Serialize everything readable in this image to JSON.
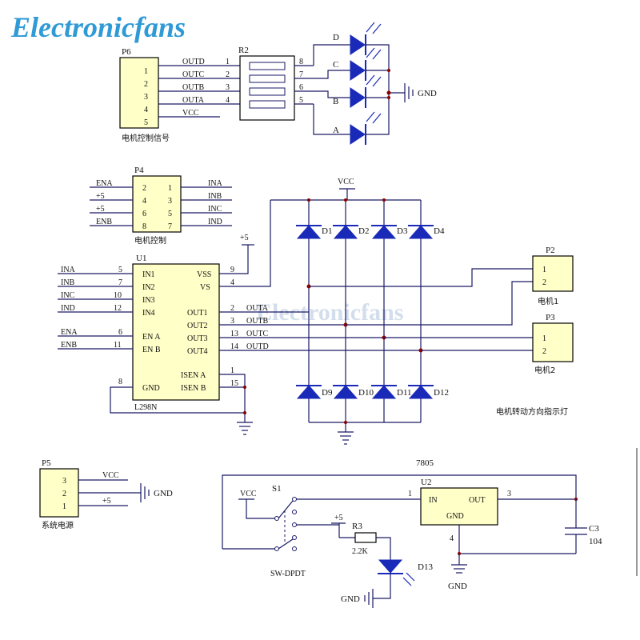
{
  "logo_text": "Electronicfans",
  "watermark_text": "Electronicfans",
  "p6": {
    "ref": "P6",
    "pins": [
      "1",
      "2",
      "3",
      "4",
      "5"
    ],
    "nets": [
      "OUTD",
      "OUTC",
      "OUTB",
      "OUTA",
      "VCC"
    ],
    "caption": "电机控制信号"
  },
  "r2": {
    "ref": "R2",
    "left_pins": [
      "1",
      "2",
      "3",
      "4"
    ],
    "right_pins": [
      "8",
      "7",
      "6",
      "5"
    ]
  },
  "leds_top": {
    "labels": [
      "D",
      "C",
      "B",
      "A"
    ],
    "gnd": "GND"
  },
  "p4": {
    "ref": "P4",
    "left_pins": [
      "2",
      "4",
      "6",
      "8"
    ],
    "right_pins": [
      "1",
      "3",
      "5",
      "7"
    ],
    "left_nets": [
      "ENA",
      "+5",
      "+5",
      "ENB"
    ],
    "right_nets": [
      "INA",
      "INB",
      "INC",
      "IND"
    ],
    "caption": "电机控制"
  },
  "u1": {
    "ref": "U1",
    "part": "L298N",
    "left_pin_labels": [
      "IN1",
      "IN2",
      "IN3",
      "IN4",
      "EN A",
      "EN B",
      "GND"
    ],
    "left_pin_numbers": [
      "5",
      "7",
      "10",
      "12",
      "6",
      "11",
      "8"
    ],
    "left_nets": [
      "INA",
      "INB",
      "INC",
      "IND",
      "ENA",
      "ENB"
    ],
    "right_pin_labels": [
      "VSS",
      "VS",
      "OUT1",
      "OUT2",
      "OUT3",
      "OUT4",
      "ISEN A",
      "ISEN B"
    ],
    "right_pin_numbers": [
      "9",
      "4",
      "2",
      "3",
      "13",
      "14",
      "1",
      "15"
    ],
    "out_nets": [
      "OUTA",
      "OUTB",
      "OUTC",
      "OUTD"
    ],
    "vss_supply": "+5"
  },
  "bridge": {
    "vcc": "VCC",
    "top_diodes": [
      "D1",
      "D2",
      "D3",
      "D4"
    ],
    "bottom_diodes": [
      "D9",
      "D10",
      "D11",
      "D12"
    ]
  },
  "p2": {
    "ref": "P2",
    "pins": [
      "1",
      "2"
    ],
    "caption": "电机1"
  },
  "p3": {
    "ref": "P3",
    "pins": [
      "1",
      "2"
    ],
    "caption": "电机2"
  },
  "direction_caption": "电机转动方向指示灯",
  "p5": {
    "ref": "P5",
    "pins": [
      "3",
      "2",
      "1"
    ],
    "nets": [
      "VCC",
      "+5"
    ],
    "gnd": "GND",
    "caption": "系统电源"
  },
  "regulator": {
    "title": "7805",
    "ref": "U2",
    "in_label": "IN",
    "out_label": "OUT",
    "gnd_label": "GND",
    "pin_in": "1",
    "pin_out": "3",
    "pin_gnd": "4",
    "gnd": "GND"
  },
  "c3": {
    "ref": "C3",
    "value": "104"
  },
  "s1": {
    "ref": "S1",
    "part": "SW-DPDT",
    "vcc": "VCC"
  },
  "r3": {
    "ref": "R3",
    "value": "2.2K",
    "supply": "+5"
  },
  "d13": {
    "ref": "D13",
    "gnd": "GND"
  },
  "colors": {
    "logo": "#2f9ad6",
    "diode": "#1a2ab8",
    "wire": "#1a1a66",
    "body": "#ffffc8",
    "junction": "#8b0000"
  }
}
